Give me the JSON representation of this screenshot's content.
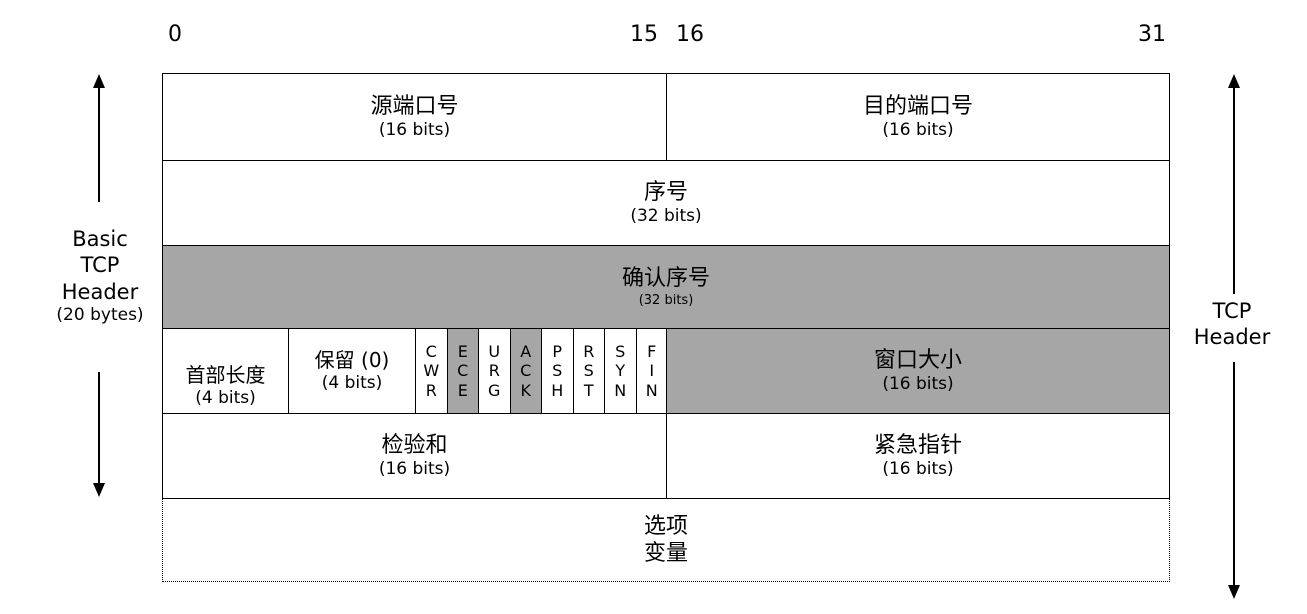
{
  "bit_positions": {
    "start": "0",
    "mid_left": "15",
    "mid_right": "16",
    "end": "31"
  },
  "left_label": {
    "line1": "Basic",
    "line2": "TCP",
    "line3": "Header",
    "line4": "(20 bytes)"
  },
  "right_label": {
    "line1": "TCP",
    "line2": "Header"
  },
  "fields": {
    "src_port": {
      "name": "源端口号",
      "bits": "(16 bits)"
    },
    "dst_port": {
      "name": "目的端口号",
      "bits": "(16 bits)"
    },
    "seq": {
      "name": "序号",
      "bits": "(32 bits)"
    },
    "ack_seq": {
      "name": "确认序号",
      "bits": "(32 bits)"
    },
    "header_len": {
      "name": "首部长度",
      "bits": "(4 bits)"
    },
    "reserved": {
      "name": "保留 (0)",
      "bits": "(4 bits)"
    },
    "window": {
      "name": "窗口大小",
      "bits": "(16 bits)"
    },
    "checksum": {
      "name": "检验和",
      "bits": "(16 bits)"
    },
    "urgent_ptr": {
      "name": "紧急指针",
      "bits": "(16 bits)"
    },
    "options": {
      "line1": "选项",
      "line2": "变量"
    }
  },
  "flags": [
    {
      "letters": [
        "C",
        "W",
        "R"
      ],
      "shaded": false
    },
    {
      "letters": [
        "E",
        "C",
        "E"
      ],
      "shaded": true
    },
    {
      "letters": [
        "U",
        "R",
        "G"
      ],
      "shaded": false
    },
    {
      "letters": [
        "A",
        "C",
        "K"
      ],
      "shaded": true
    },
    {
      "letters": [
        "P",
        "S",
        "H"
      ],
      "shaded": false
    },
    {
      "letters": [
        "R",
        "S",
        "T"
      ],
      "shaded": false
    },
    {
      "letters": [
        "S",
        "Y",
        "N"
      ],
      "shaded": false
    },
    {
      "letters": [
        "F",
        "I",
        "N"
      ],
      "shaded": false
    }
  ],
  "colors": {
    "shaded": "#a6a6a6",
    "border": "#000000"
  }
}
